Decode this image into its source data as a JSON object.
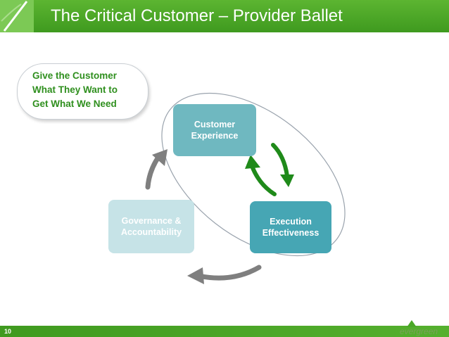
{
  "title": "The Critical Customer – Provider Ballet",
  "callout": {
    "lines": [
      "Give the Customer",
      "What They Want to",
      "Get What We Need"
    ]
  },
  "boxes": {
    "customer": [
      "Customer",
      "Experience"
    ],
    "execution": [
      "Execution",
      "Effectiveness"
    ],
    "governance": [
      "Governance &",
      "Accountability"
    ]
  },
  "footer": {
    "page_number": "10",
    "logo": "evergreen"
  },
  "colors": {
    "title_green": "#4aa826",
    "callout_text": "#2f8f1e",
    "customer_box": "#6fb8c0",
    "execution_box": "#46a6b4",
    "governance_box": "#c6e3e7",
    "green_arrow": "#1f8a1a",
    "gray_arrow": "#7f7f7f"
  },
  "icons": [
    "leaf-icon",
    "evergreen-logo-icon"
  ]
}
